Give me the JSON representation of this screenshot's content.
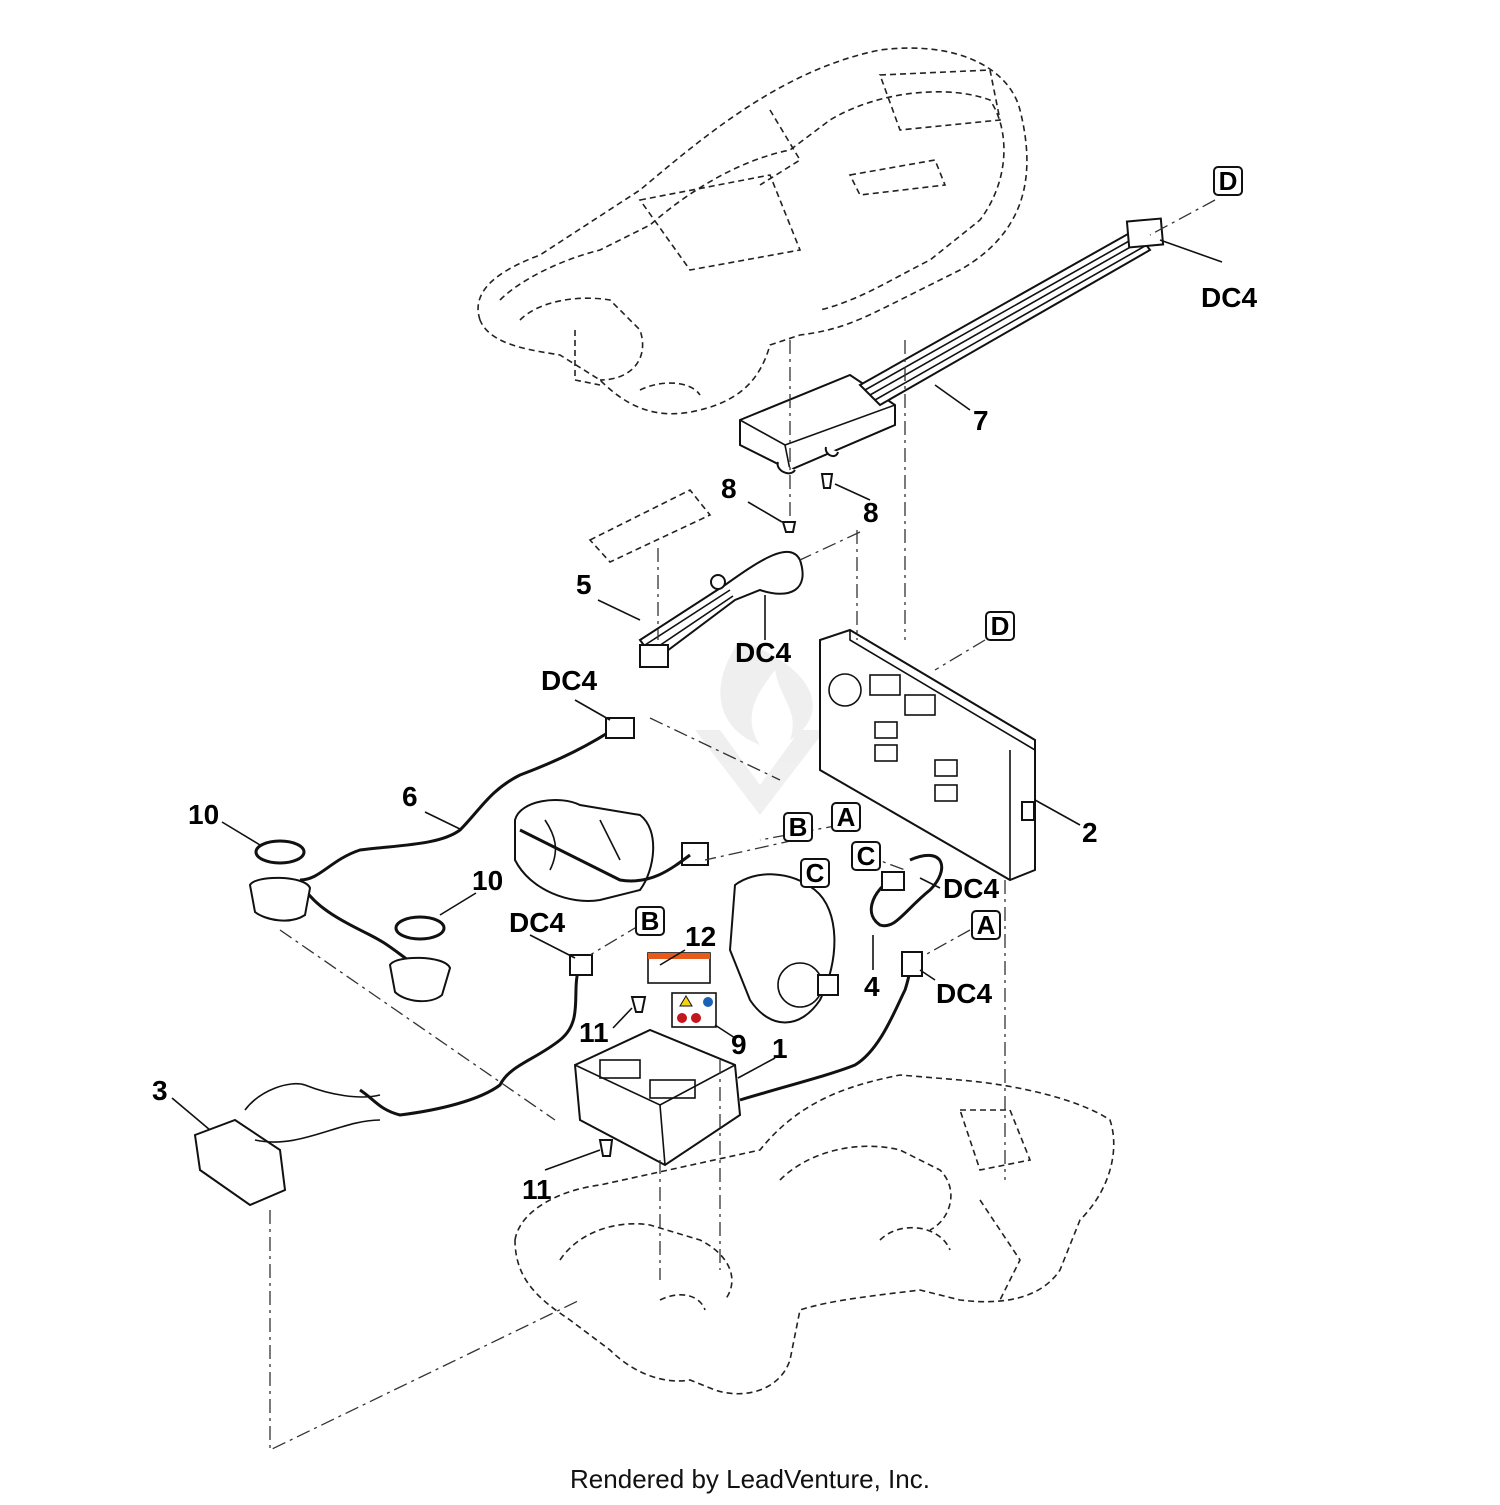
{
  "diagram": {
    "callouts": [
      {
        "id": "c1",
        "text": "1"
      },
      {
        "id": "c2",
        "text": "2"
      },
      {
        "id": "c3",
        "text": "3"
      },
      {
        "id": "c4",
        "text": "4"
      },
      {
        "id": "c5",
        "text": "5"
      },
      {
        "id": "c6",
        "text": "6"
      },
      {
        "id": "c7",
        "text": "7"
      },
      {
        "id": "c8a",
        "text": "8"
      },
      {
        "id": "c8b",
        "text": "8"
      },
      {
        "id": "c9",
        "text": "9"
      },
      {
        "id": "c10a",
        "text": "10"
      },
      {
        "id": "c10b",
        "text": "10"
      },
      {
        "id": "c11a",
        "text": "11"
      },
      {
        "id": "c11b",
        "text": "11"
      },
      {
        "id": "c12",
        "text": "12"
      }
    ],
    "connector_labels": [
      {
        "id": "dc1",
        "text": "DC4"
      },
      {
        "id": "dc2",
        "text": "DC4"
      },
      {
        "id": "dc3",
        "text": "DC4"
      },
      {
        "id": "dc4",
        "text": "DC4"
      },
      {
        "id": "dc5",
        "text": "DC4"
      },
      {
        "id": "dc6",
        "text": "DC4"
      }
    ],
    "reference_boxes": [
      {
        "id": "bD1",
        "text": "D"
      },
      {
        "id": "bD2",
        "text": "D"
      },
      {
        "id": "bA1",
        "text": "A"
      },
      {
        "id": "bB1",
        "text": "B"
      },
      {
        "id": "bC1",
        "text": "C"
      },
      {
        "id": "bC2",
        "text": "C"
      },
      {
        "id": "bB2",
        "text": "B"
      },
      {
        "id": "bA2",
        "text": "A"
      }
    ]
  },
  "footer": {
    "text": "Rendered by LeadVenture, Inc."
  }
}
